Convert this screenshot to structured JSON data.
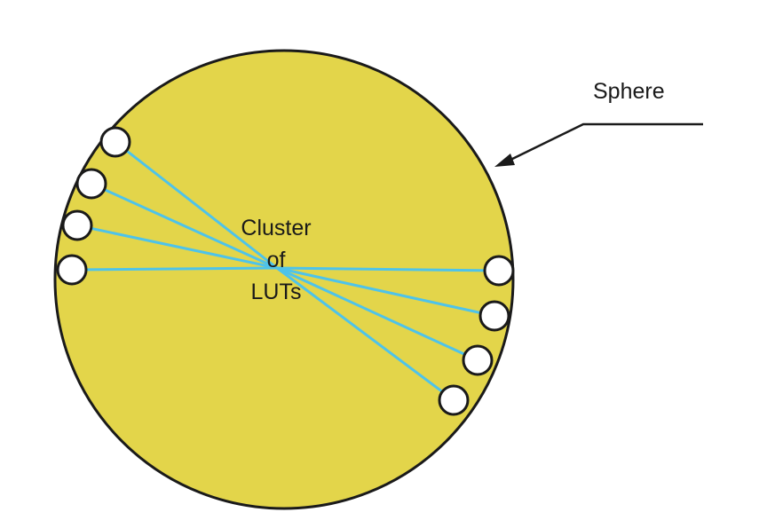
{
  "diagram": {
    "sphere_label": "Sphere",
    "cluster_label": [
      "Cluster",
      "of",
      "LUTs"
    ],
    "colors": {
      "sphere_fill": "#e3d54a",
      "sphere_stroke": "#1a1a1a",
      "connection_line": "#4ec3ea",
      "terminal_fill": "#ffffff",
      "terminal_stroke": "#1a1a1a",
      "text": "#1a1a1a"
    },
    "terminals": {
      "left_count": 4,
      "right_count": 4
    }
  }
}
